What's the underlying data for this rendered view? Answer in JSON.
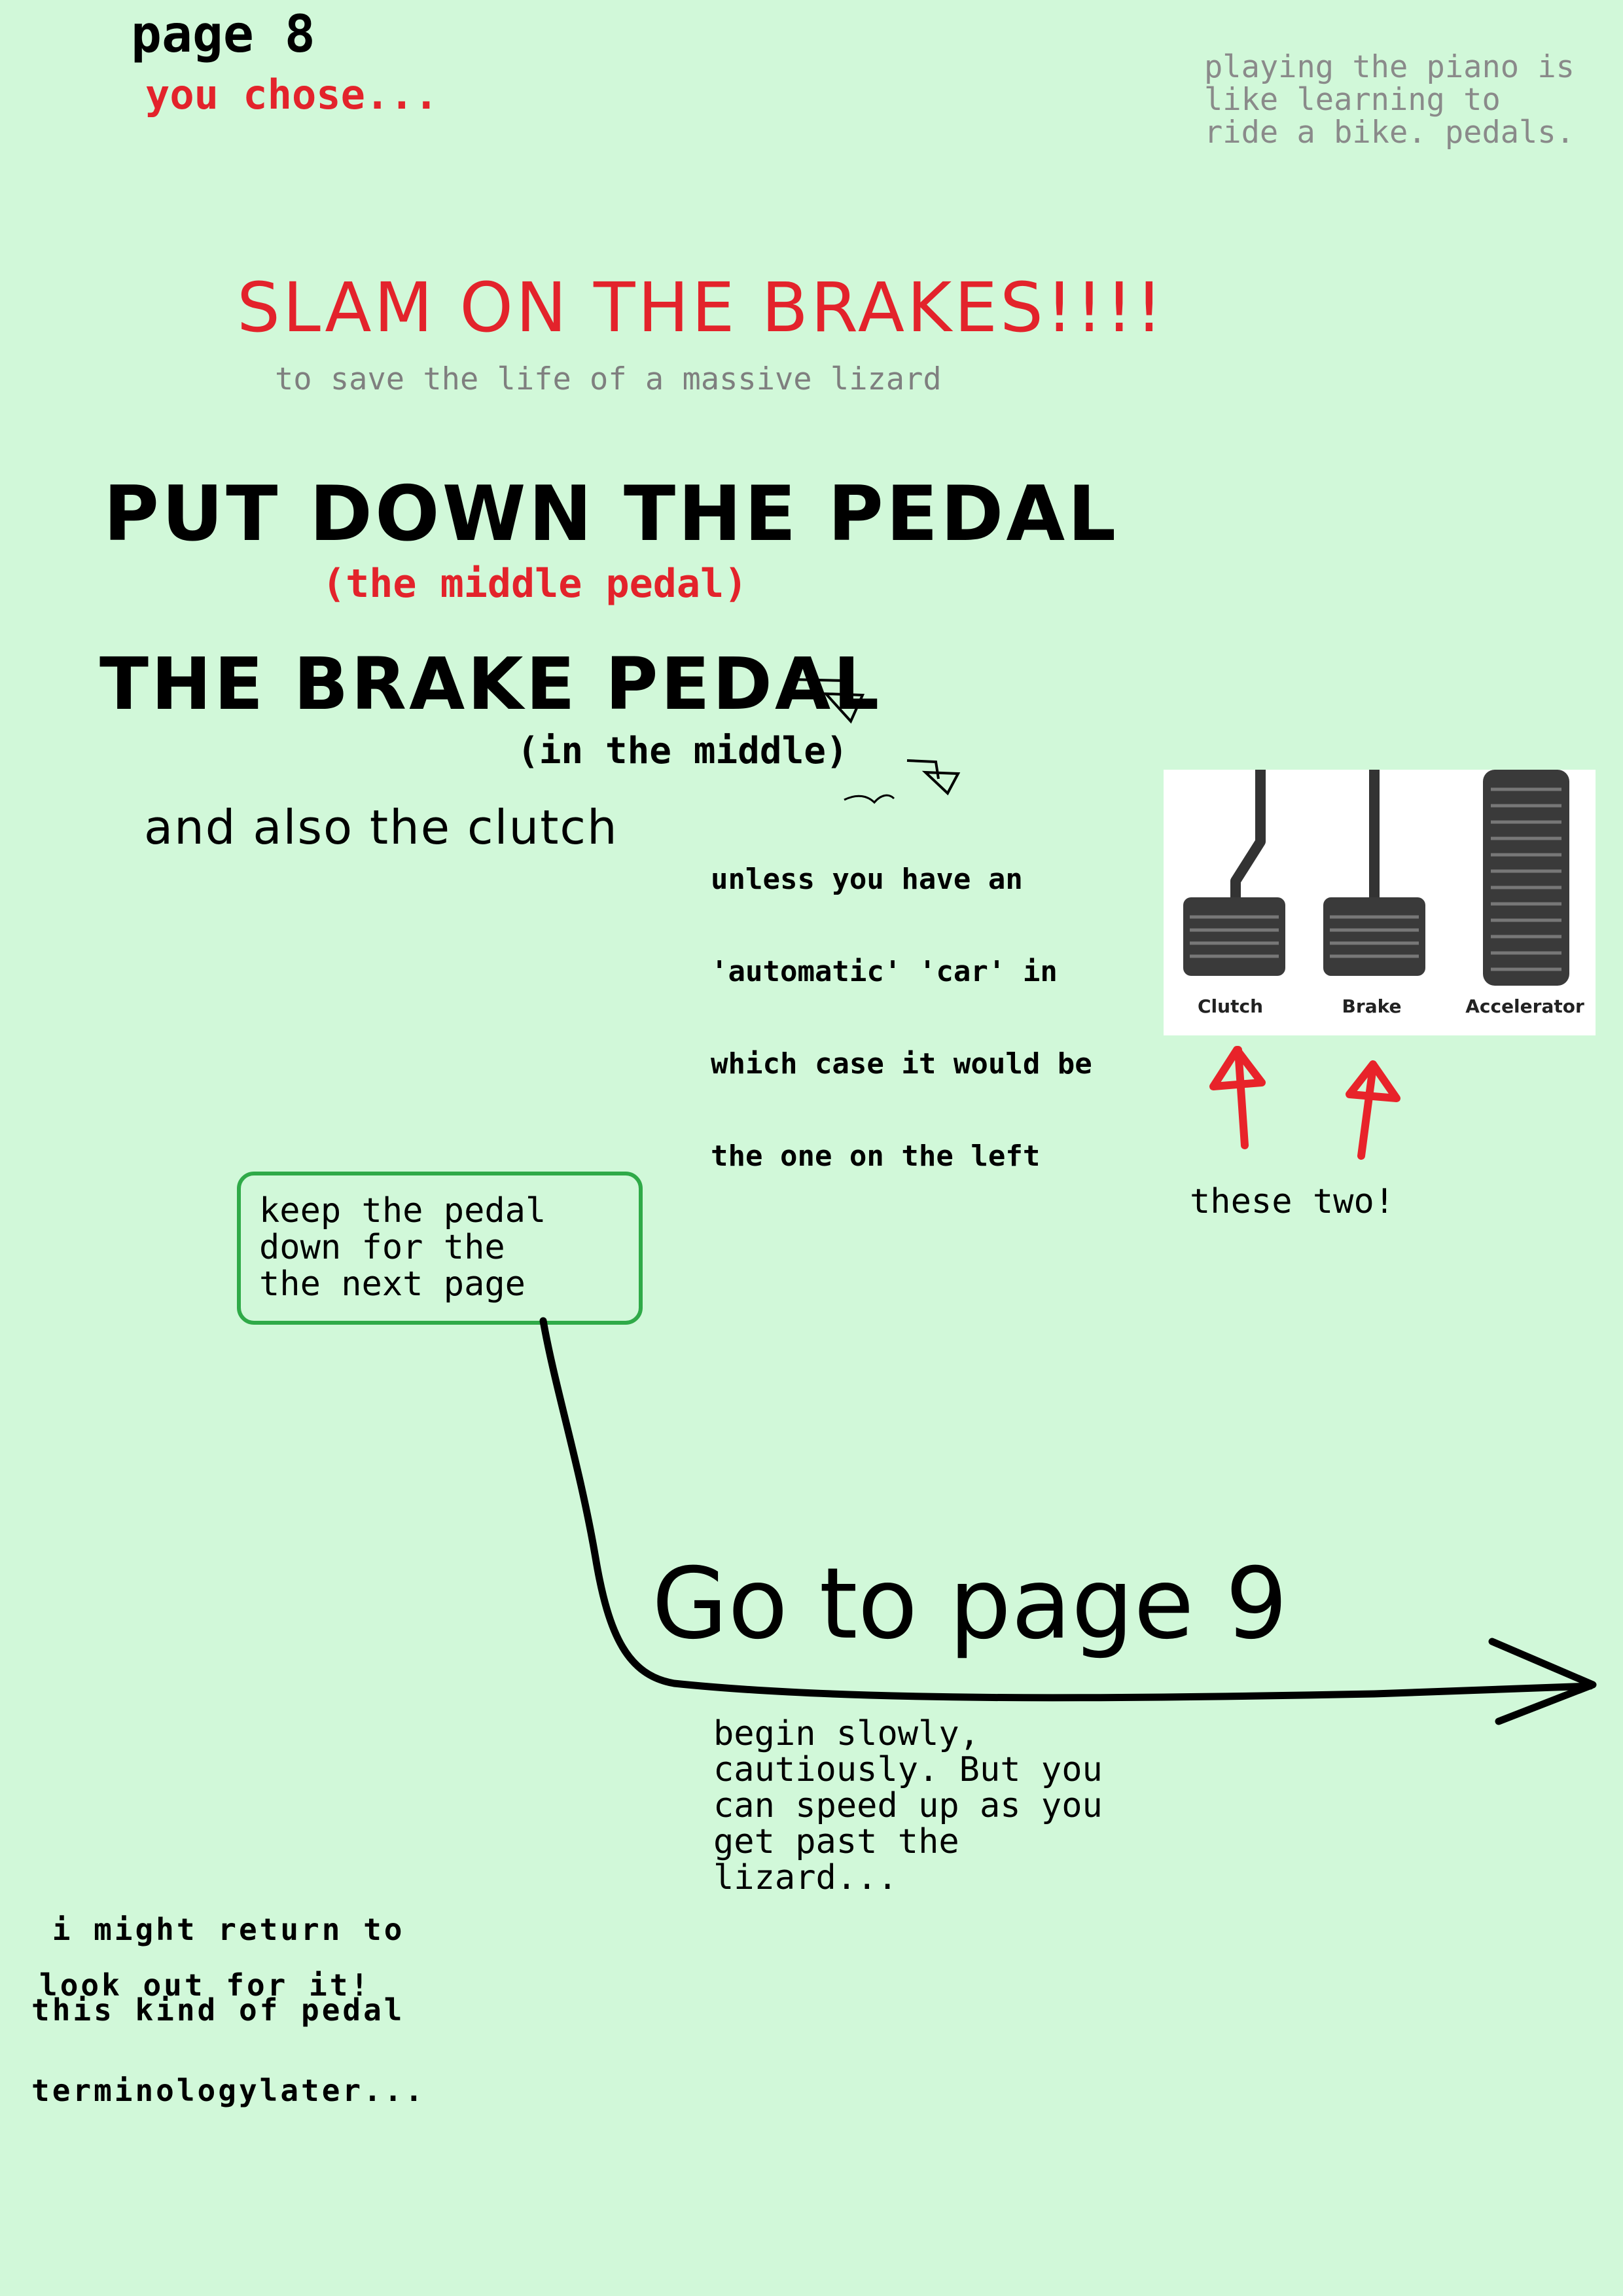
{
  "page": {
    "number_label": "page 8",
    "you_chose": "you chose...",
    "side_note": [
      "playing the piano is",
      "like learning to",
      "ride a bike. pedals."
    ]
  },
  "choice": {
    "headline": "SLAM ON THE BRAKES!!!!",
    "subheadline": "to save the life of a massive lizard"
  },
  "instructions": {
    "title": "PUT DOWN THE PEDAL",
    "middle_note": "(the middle pedal)",
    "brake_title": "THE BRAKE PEDAL",
    "in_middle": "(in the middle)",
    "clutch_note": "and also the clutch",
    "unless_note": [
      "unless you have an",
      "'automatic' 'car' in",
      "which case it would be",
      "the one on the left"
    ]
  },
  "pedal_image": {
    "labels": [
      "Clutch",
      "Brake",
      "Accelerator"
    ],
    "callout": "these two!"
  },
  "keep_box": {
    "lines": [
      "keep the pedal",
      "down for the",
      "the next page"
    ]
  },
  "navigation": {
    "go_to": "Go to page 9"
  },
  "speed_note": [
    "begin slowly,",
    "cautiously. But you",
    "can speed up as you",
    "get past the",
    "lizard..."
  ],
  "footnote": {
    "lines": [
      " i might return to",
      "this kind of pedal",
      "terminologylater..."
    ],
    "look_out": "look out for it!"
  },
  "colors": {
    "background": "#d1f8d9",
    "red": "#e3232b",
    "grey": "#8a8a8a",
    "green_box": "#2faa48"
  }
}
